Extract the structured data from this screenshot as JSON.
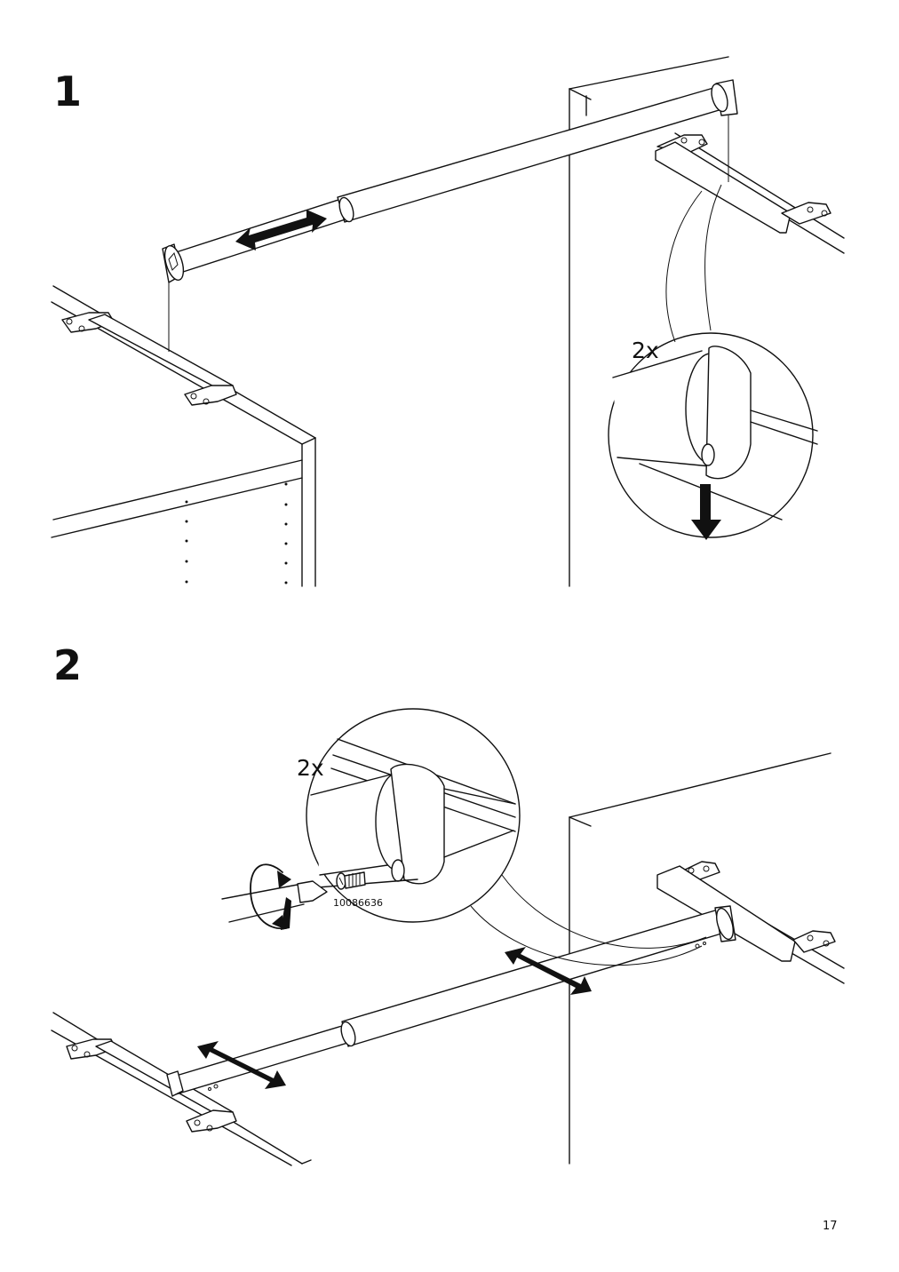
{
  "steps": [
    {
      "number": "1",
      "quantity": "2x"
    },
    {
      "number": "2",
      "quantity": "2x",
      "part_number": "10086636"
    }
  ],
  "page_number": "17",
  "icons": {
    "step1": [
      "telescopic-rail-icon",
      "double-arrow-icon",
      "bracket-icon",
      "down-arrow-icon",
      "detail-circle-icon"
    ],
    "step2": [
      "telescopic-rail-icon",
      "double-arrow-icon",
      "bracket-icon",
      "screwdriver-icon",
      "rotate-arrow-icon",
      "screw-icon",
      "detail-circle-icon"
    ]
  },
  "colors": {
    "ink": "#111111",
    "paper": "#ffffff"
  }
}
